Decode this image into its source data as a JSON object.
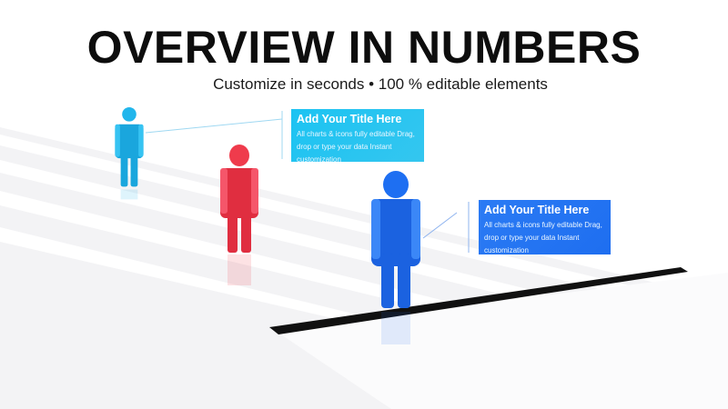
{
  "title": "OVERVIEW IN NUMBERS",
  "subtitle": "Customize in seconds • 100 % editable elements",
  "callouts": [
    {
      "title": "Add Your Title Here",
      "body": "All charts & icons fully editable Drag, drop or type your data Instant customization"
    },
    {
      "title": "Add Your Title Here",
      "body": "All charts & icons fully editable Drag, drop or type your data Instant customization"
    }
  ],
  "figures": [
    {
      "icon": "person-icon",
      "color": "#21b6ec"
    },
    {
      "icon": "person-icon",
      "color": "#ef3b4c"
    },
    {
      "icon": "person-icon",
      "color": "#1e6ff2"
    }
  ],
  "colors": {
    "cyan": "#21b6ec",
    "red": "#ef3b4c",
    "blue": "#1e6ff2",
    "finish_line": "#111111"
  }
}
